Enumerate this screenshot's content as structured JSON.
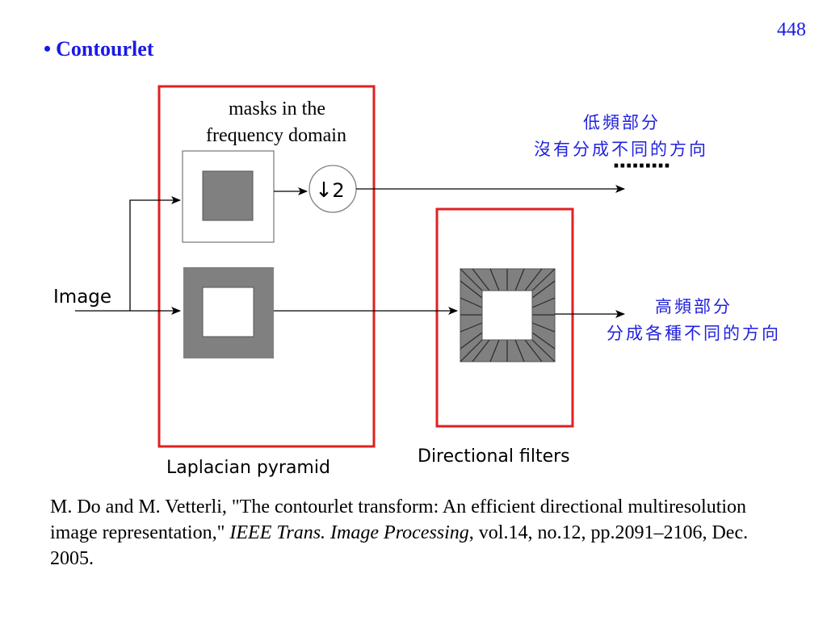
{
  "page_number": "448",
  "title": {
    "bullet": "•",
    "text": "Contourlet"
  },
  "diagram": {
    "input_label": "Image",
    "masks_label_line1": "masks in the",
    "masks_label_line2": "frequency domain",
    "downsample_label": "2",
    "downsample_arrow": "↓",
    "laplacian_label": "Laplacian pyramid",
    "directional_label": "Directional filters",
    "low_freq_line1": "低頻部分",
    "low_freq_line2": "沒有分成不同的方向",
    "continuation_dots": "·········",
    "high_freq_line1": "高頻部分",
    "high_freq_line2": "分成各種不同的方向",
    "colors": {
      "highlight_box": "#e02020",
      "mask_gray": "#808080",
      "annotation_blue": "#2222dd"
    }
  },
  "citation": {
    "part1": "M. Do and M. Vetterli, \"The contourlet transform: An efficient directional multiresolution image representation,\" ",
    "journal": "IEEE Trans. Image Processing",
    "part2": ", vol.14, no.12, pp.2091–2106, Dec. 2005."
  }
}
